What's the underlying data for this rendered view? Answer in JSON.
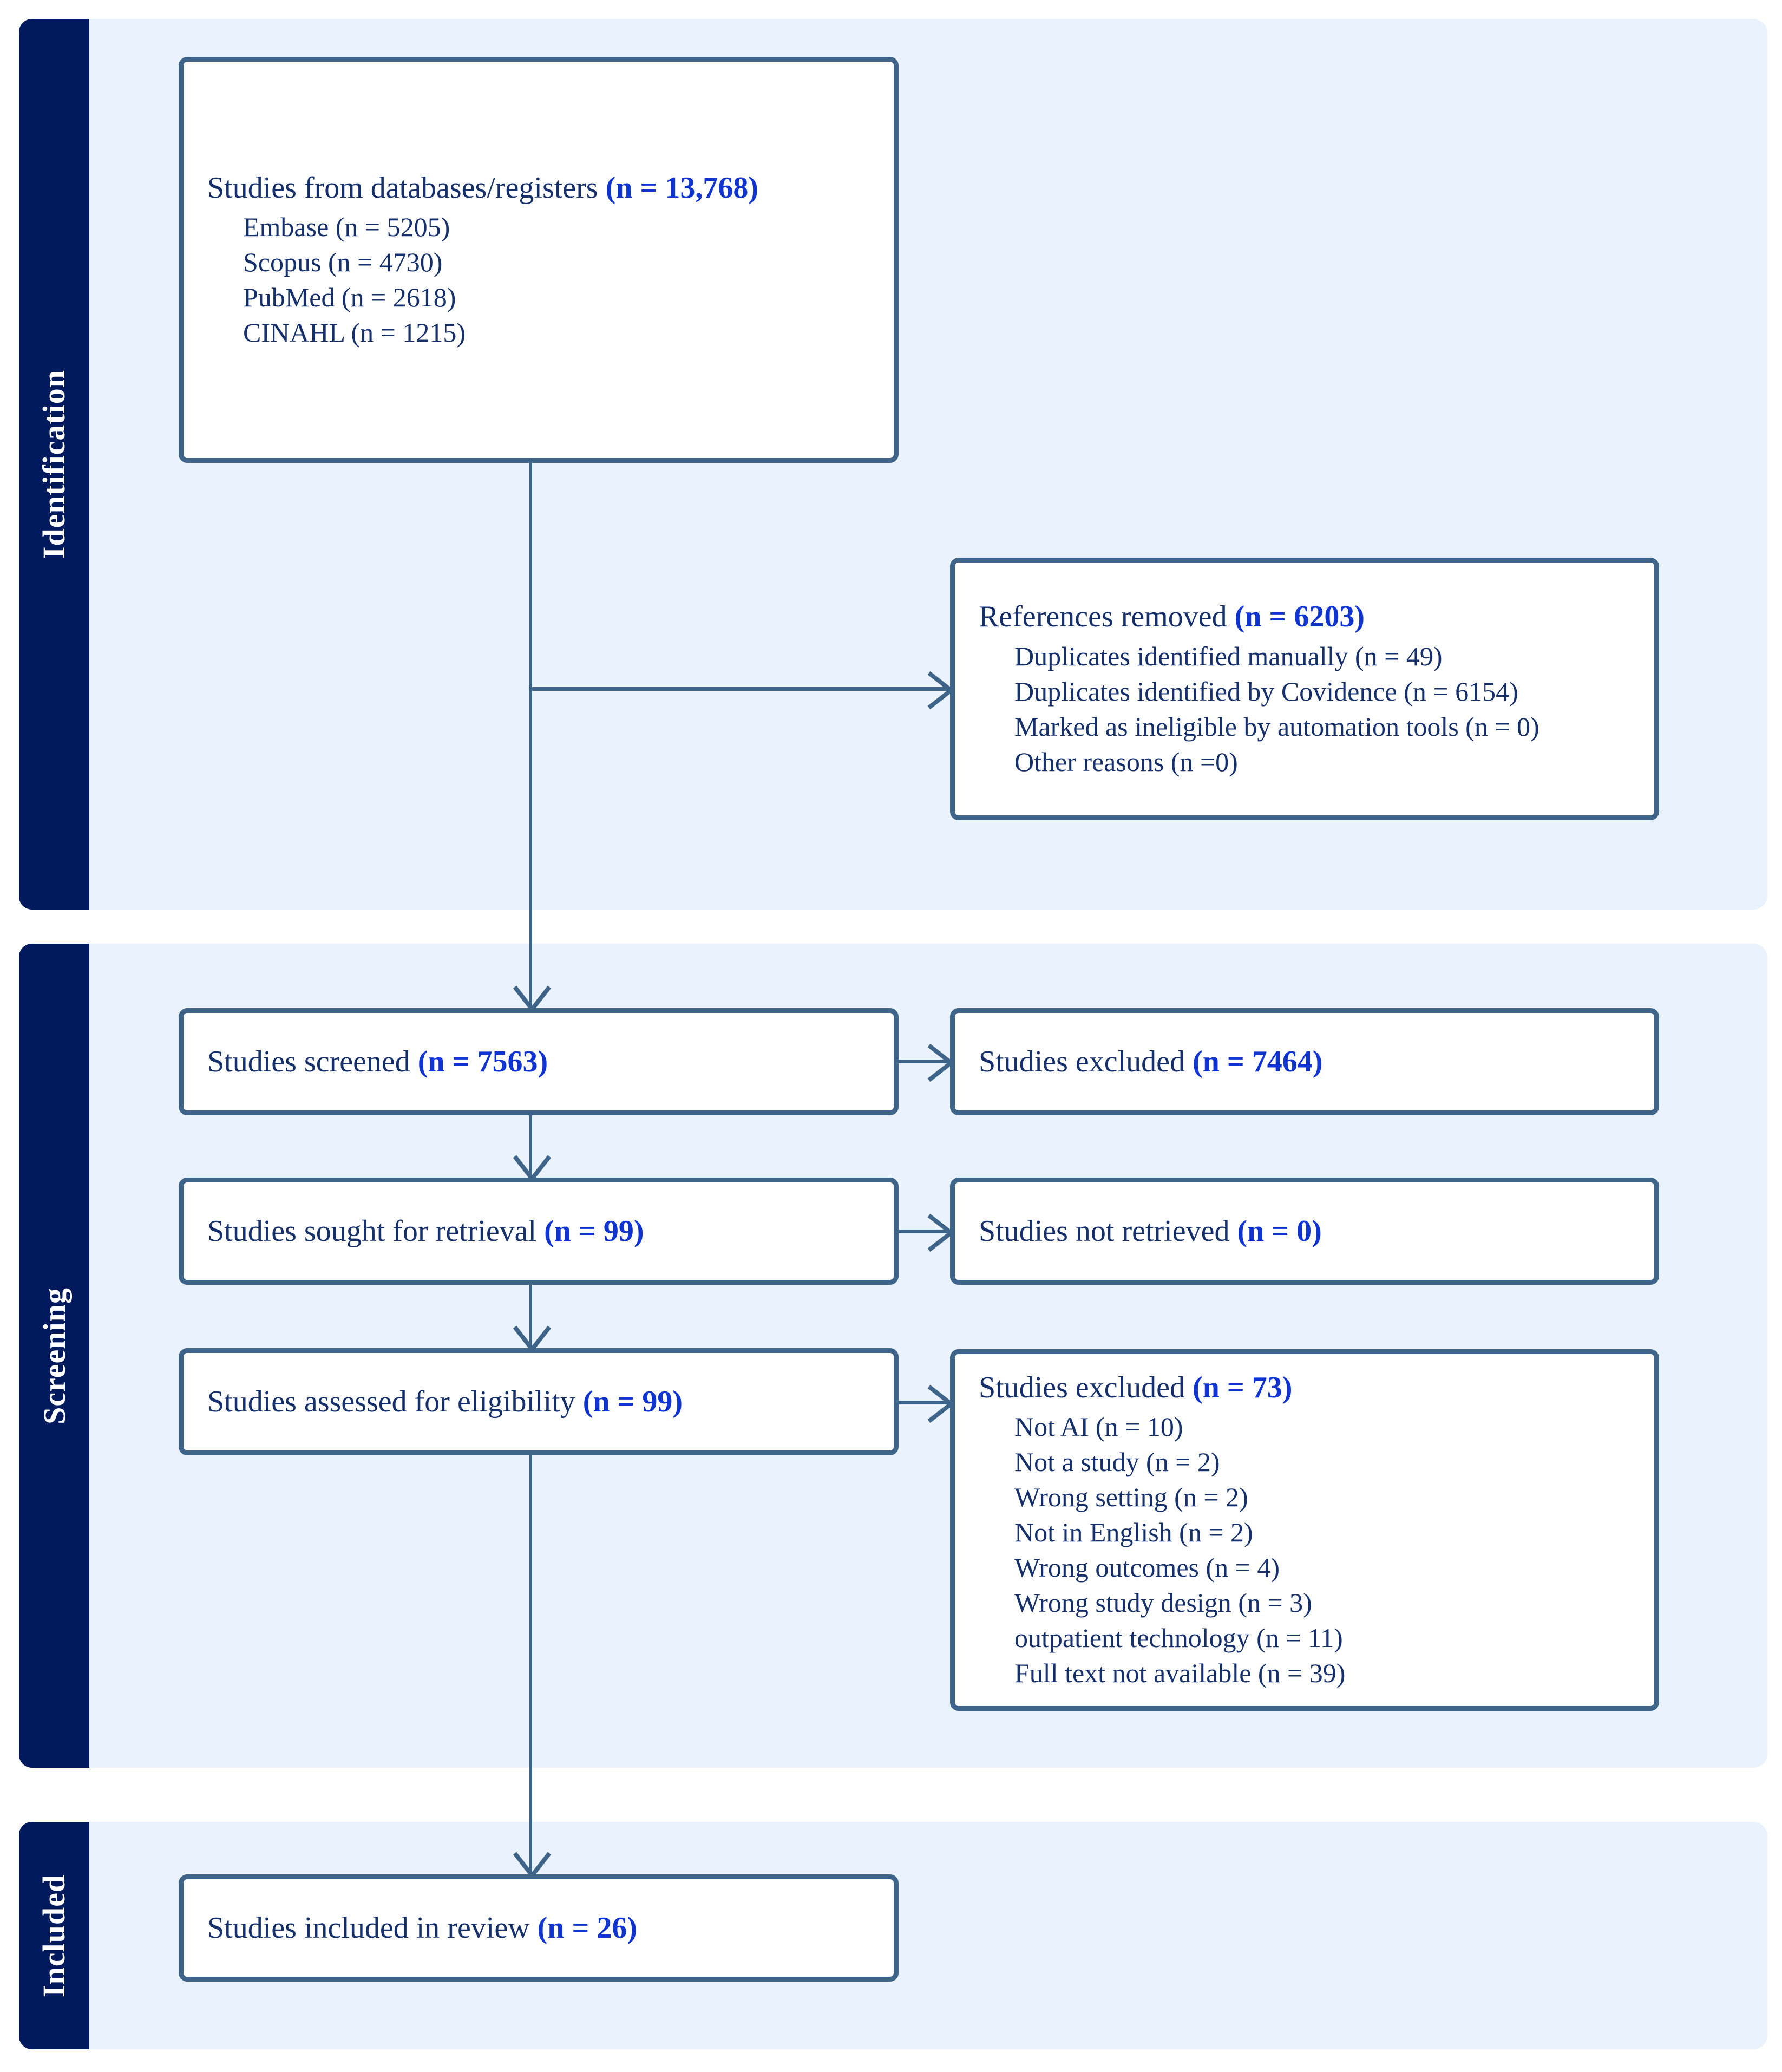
{
  "diagram": {
    "type": "prisma-flow-diagram",
    "colors": {
      "band_background": "#EAF2FD",
      "sidebar": "#011A5E",
      "box_border": "#3E6489",
      "text": "#15306B",
      "count_accent": "#1034D0",
      "page_background": "#FFFFFF"
    }
  },
  "stages": [
    {
      "id": "identification",
      "label": "Identification"
    },
    {
      "id": "screening",
      "label": "Screening"
    },
    {
      "id": "included",
      "label": "Included"
    }
  ],
  "nodes": {
    "databases": {
      "title_text": "Studies from databases/registers ",
      "title_count": "(n = 13,768)",
      "sources": [
        "Embase (n = 5205)",
        "Scopus (n = 4730)",
        "PubMed (n = 2618)",
        "CINAHL (n = 1215)"
      ]
    },
    "references_removed": {
      "title_text": "References removed ",
      "title_count": "(n = 6203)",
      "reasons": [
        "Duplicates identified manually (n = 49)",
        "Duplicates identified by Covidence (n = 6154)",
        "Marked as ineligible by automation tools (n = 0)",
        "Other reasons (n =0)"
      ]
    },
    "screened": {
      "title_text": "Studies screened ",
      "title_count": "(n = 7563)"
    },
    "excluded_screening": {
      "title_text": "Studies excluded ",
      "title_count": "(n = 7464)"
    },
    "sought_retrieval": {
      "title_text": "Studies sought for retrieval ",
      "title_count": "(n = 99)"
    },
    "not_retrieved": {
      "title_text": "Studies not retrieved ",
      "title_count": "(n = 0)"
    },
    "assessed_eligibility": {
      "title_text": "Studies assessed for eligibility ",
      "title_count": "(n = 99)"
    },
    "excluded_eligibility": {
      "title_text": "Studies excluded ",
      "title_count": "(n = 73)",
      "reasons": [
        "Not AI (n = 10)",
        "Not a study (n = 2)",
        "Wrong setting (n = 2)",
        "Not in English (n = 2)",
        "Wrong outcomes (n = 4)",
        "Wrong study design (n = 3)",
        "outpatient technology (n = 11)",
        "Full text not available (n = 39)"
      ]
    },
    "included_review": {
      "title_text": "Studies included in review ",
      "title_count": "(n = 26)"
    }
  }
}
